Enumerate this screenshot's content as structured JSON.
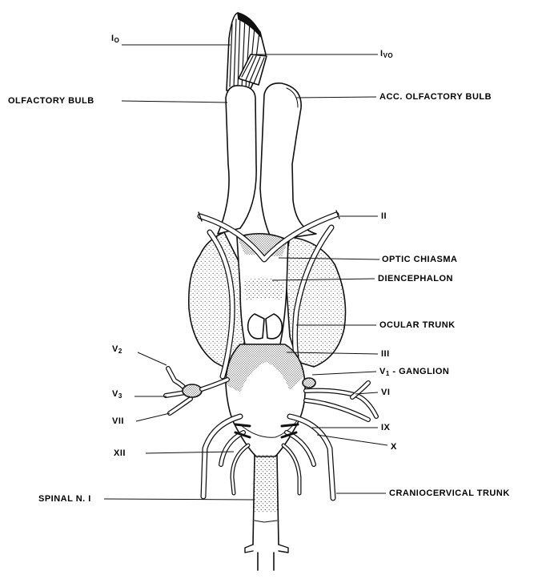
{
  "colors": {
    "ink": "#111111",
    "paper": "#ffffff",
    "stipple": "#222222"
  },
  "labels": {
    "io_main": "I",
    "io_sub": "O",
    "ivo_main": "I",
    "ivo_sub": "VO",
    "olfactory_bulb": "OLFACTORY BULB",
    "acc_olfactory_bulb": "ACC. OLFACTORY BULB",
    "ii": "II",
    "optic_chiasma": "OPTIC CHIASMA",
    "diencephalon": "DIENCEPHALON",
    "ocular_trunk": "OCULAR TRUNK",
    "iii": "III",
    "v1_main": "V",
    "v1_sub": "1",
    "v1_rest": " - GANGLION",
    "vi": "VI",
    "v2_main": "V",
    "v2_sub": "2",
    "v3_main": "V",
    "v3_sub": "3",
    "vii": "VII",
    "ix": "IX",
    "x": "X",
    "xii": "XII",
    "spinal_n1": "SPINAL N. I",
    "craniocervical_trunk": "CRANIOCERVICAL TRUNK"
  }
}
